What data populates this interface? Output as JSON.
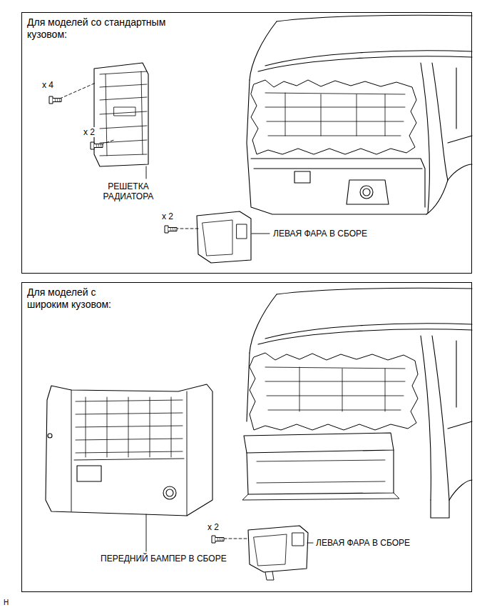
{
  "diagram": {
    "nodes": [
      {
        "text": [
          "Для моделей со стандартным кузовом:"
        ]
      },
      {
        "text": [
          "Для моделей с широким кузовом:"
        ]
      }
    ],
    "labels": [
      "x 4",
      "x 2",
      "РЕШЕТКА РАДИАТОРА",
      "x 2",
      "ЛЕВАЯ ФАРА В СБОРЕ",
      "x 2",
      "ЛЕВАЯ ФАРА В СБОРЕ",
      "ПЕРЕДНИЙ БАМПЕР В СБОРЕ",
      "H"
    ]
  }
}
